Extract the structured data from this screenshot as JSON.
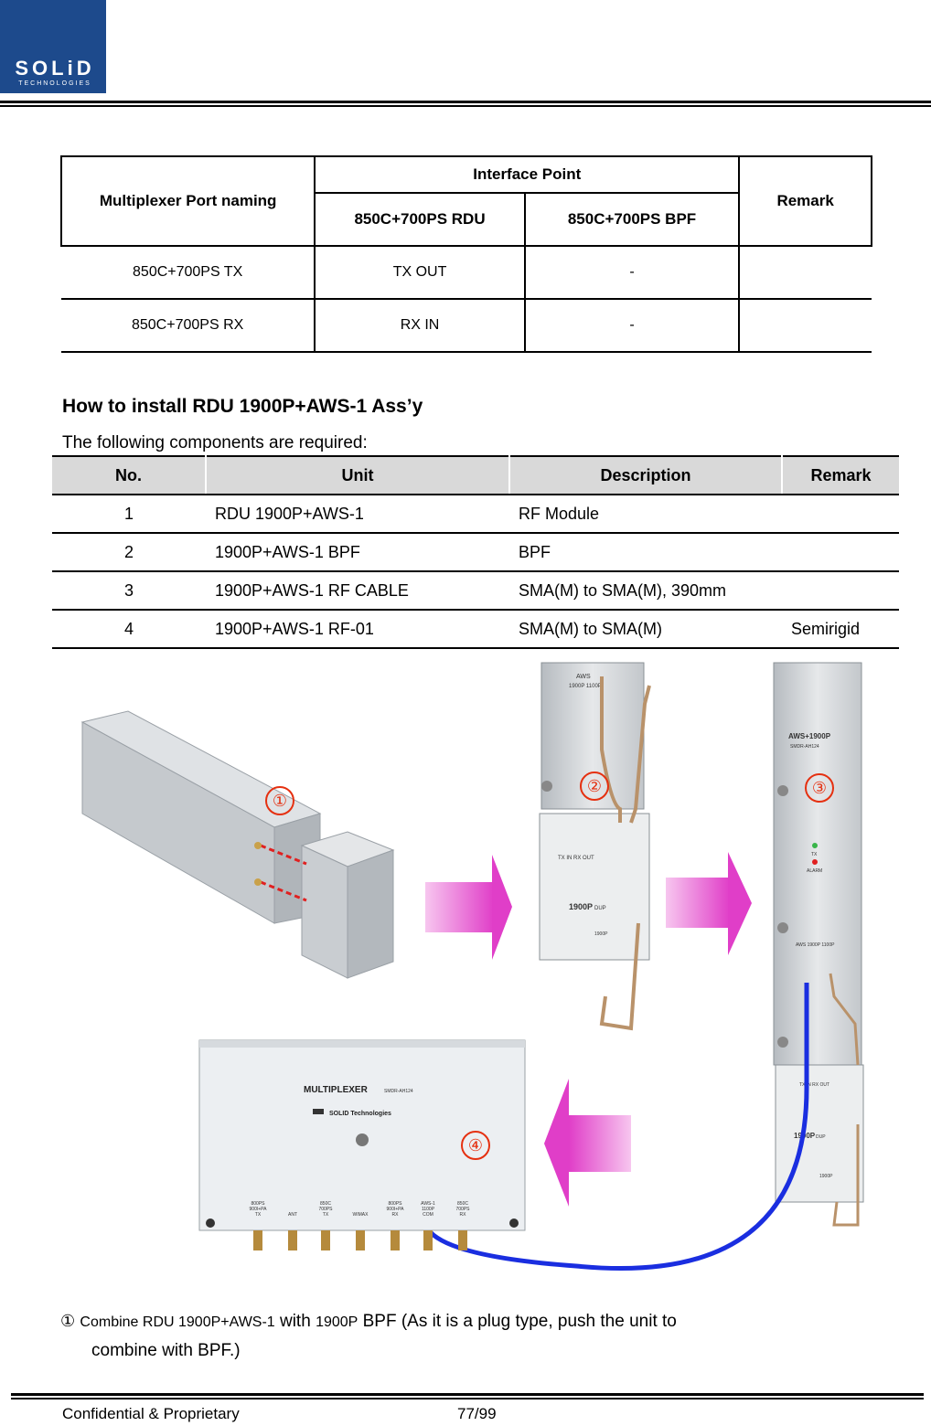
{
  "header": {
    "logo_text": "SOLiD",
    "logo_sub": "TECHNOLOGIES"
  },
  "table1": {
    "col_port": "Multiplexer Port naming",
    "group_header": "Interface Point",
    "col_rdu": "850C+700PS RDU",
    "col_bpf": "850C+700PS BPF",
    "col_remark": "Remark",
    "rows": [
      {
        "port": "850C+700PS TX",
        "rdu": "TX OUT",
        "bpf": "-",
        "remark": ""
      },
      {
        "port": "850C+700PS RX",
        "rdu": "RX IN",
        "bpf": "-",
        "remark": ""
      }
    ]
  },
  "section": {
    "title": "How to install RDU 1900P+AWS-1 Ass’y",
    "subtitle": "The following components are required:"
  },
  "table2": {
    "headers": [
      "No.",
      "Unit",
      "Description",
      "Remark"
    ],
    "rows": [
      {
        "no": "1",
        "unit": "RDU 1900P+AWS-1",
        "description": "RF Module",
        "remark": ""
      },
      {
        "no": "2",
        "unit": "1900P+AWS-1 BPF",
        "description": "BPF",
        "remark": ""
      },
      {
        "no": "3",
        "unit": "1900P+AWS-1 RF CABLE",
        "description": "SMA(M) to SMA(M), 390mm",
        "remark": ""
      },
      {
        "no": "4",
        "unit": "1900P+AWS-1 RF-01",
        "description": "SMA(M) to SMA(M)",
        "remark": "Semirigid"
      }
    ]
  },
  "figure": {
    "step_labels": [
      "①",
      "②",
      "③",
      "④"
    ],
    "unit2": {
      "top_label": "AWS",
      "ports": "1900P   1100P",
      "bpf_ports": "TX IN  RX OUT",
      "bpf_name": "1900P",
      "bpf_sub": "DUP",
      "bpf_bottom": "1900P"
    },
    "unit3": {
      "name": "AWS+1900P",
      "model": "SMDR-AH124",
      "led1": "TX",
      "led2": "ALARM",
      "ports": "AWS 1900P  1100P",
      "bpf_ports": "TX IN  RX OUT",
      "bpf_name": "1900P",
      "bpf_sub": "DUP",
      "bpf_bottom": "1900P"
    },
    "multiplexer": {
      "title": "MULTIPLEXER",
      "model": "SMDR-AH124",
      "brand": "SOLID Technologies",
      "ports": [
        {
          "l1": "800PS",
          "l2": "900I+PA",
          "l3": "TX"
        },
        {
          "l1": "",
          "l2": "",
          "l3": "ANT"
        },
        {
          "l1": "850C",
          "l2": "700PS",
          "l3": "TX"
        },
        {
          "l1": "",
          "l2": "",
          "l3": "WIMAX"
        },
        {
          "l1": "800PS",
          "l2": "900I+PA",
          "l3": "RX"
        },
        {
          "l1": "AWS-1",
          "l2": "1100P",
          "l3": "COM"
        },
        {
          "l1": "850C",
          "l2": "700PS",
          "l3": "RX"
        }
      ]
    },
    "colors": {
      "arrow": "#e040c0",
      "cable": "#1a2ee0",
      "metal": "#c8ccd0",
      "marker": "#e53010"
    }
  },
  "caption": {
    "num": "①",
    "line1_a": "Combine RDU 1900P+AWS-1",
    "line1_b": "with",
    "line1_c": "1900P",
    "line1_d": "BPF (As it is a plug type, push the unit to",
    "line2": "combine with BPF.)"
  },
  "footer": {
    "left": "Confidential & Proprietary",
    "page": "77/99"
  }
}
